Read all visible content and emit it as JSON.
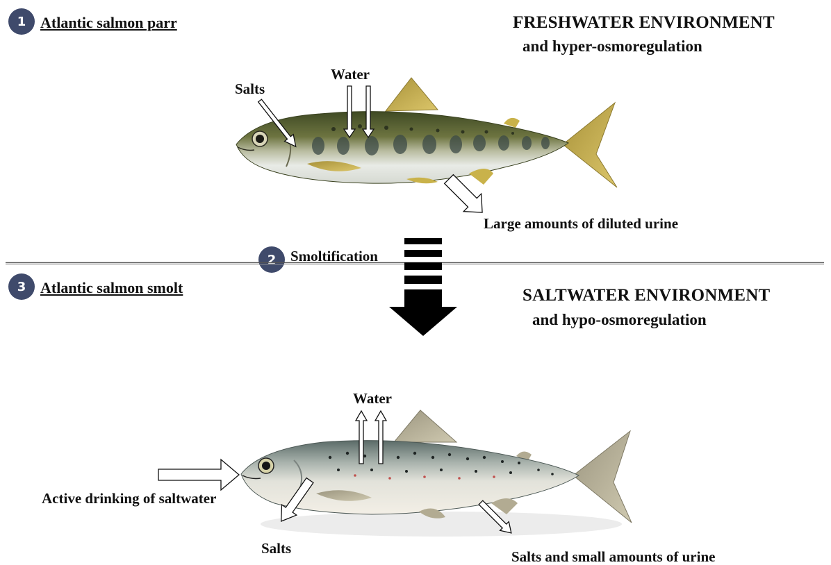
{
  "stages": [
    {
      "number": "1",
      "title": "Atlantic salmon parr"
    },
    {
      "number": "2",
      "title": "Smoltification"
    },
    {
      "number": "3",
      "title": "Atlantic salmon smolt"
    }
  ],
  "freshwater": {
    "heading": "FRESHWATER ENVIRONMENT",
    "subheading": "and hyper-osmoregulation",
    "labels": {
      "salts": "Salts",
      "water": "Water",
      "urine": "Large amounts of diluted urine"
    }
  },
  "saltwater": {
    "heading": "SALTWATER ENVIRONMENT",
    "subheading": "and hypo-osmoregulation",
    "labels": {
      "water": "Water",
      "drinking": "Active drinking of saltwater",
      "salts": "Salts",
      "urine": "Salts and small amounts of urine"
    }
  },
  "colors": {
    "badge": "#3f4a6b",
    "parr_back": "#4f5a2c",
    "parr_belly": "#e8ebe6",
    "parr_fin": "#c9b24a",
    "smolt_back": "#8a9688",
    "smolt_belly": "#f3efe6",
    "smolt_fin": "#b2ab92"
  }
}
